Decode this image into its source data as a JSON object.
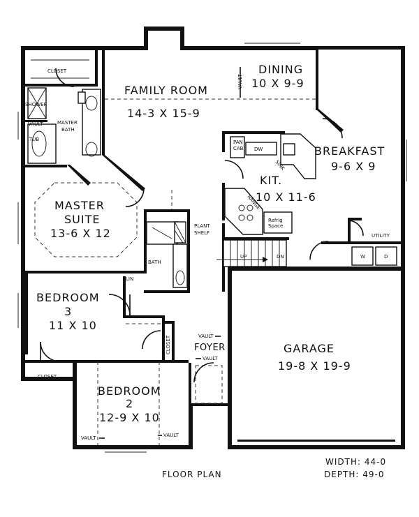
{
  "rooms": {
    "dining": {
      "name": "DINING",
      "size": "10 X 9-9"
    },
    "family": {
      "name": "FAMILY ROOM",
      "size": "14-3 X 15-9"
    },
    "breakfast": {
      "name": "BREAKFAST",
      "size": "9-6 X 9"
    },
    "kitchen": {
      "name": "KIT.",
      "size": "10 X 11-6"
    },
    "master": {
      "name": "MASTER",
      "name2": "SUITE",
      "size": "13-6 X 12"
    },
    "bedroom3": {
      "name": "BEDROOM",
      "num": "3",
      "size": "11 X 10"
    },
    "bedroom2": {
      "name": "BEDROOM",
      "num": "2",
      "size": "12-9 X 10"
    },
    "garage": {
      "name": "GARAGE",
      "size": "19-8 X 19-9"
    },
    "foyer": {
      "name": "FOYER"
    }
  },
  "small_labels": {
    "closet_top": "CLOSET",
    "closet_bottom": "CLOSET",
    "closet_hall": "CLOSET",
    "shower": "SHOWER",
    "tub": "TUB",
    "vault_bath": "VAULT",
    "master_bath": "MASTER",
    "master_bath2": "BATH",
    "bath": "BATH",
    "lin": "LIN",
    "plant_shelf": "PLANT",
    "plant_shelf2": "SHELF",
    "pan_cab": "PAN",
    "pan_cab2": "CAB",
    "dw": "DW",
    "sink": "SINK",
    "range": "RANGE",
    "refrig": "Refrig",
    "refrig2": "Space",
    "utility": "UTILITY",
    "washer": "W",
    "dryer": "D",
    "up": "UP",
    "dn": "DN",
    "vault_family": "VAULT",
    "vault_foyer1": "VAULT",
    "vault_foyer2": "VAULT",
    "vault_bed2_left": "VAULT",
    "vault_bed2_right": "VAULT"
  },
  "footer": {
    "title": "FLOOR PLAN",
    "width": "WIDTH: 44-0",
    "depth": "DEPTH: 49-0"
  }
}
